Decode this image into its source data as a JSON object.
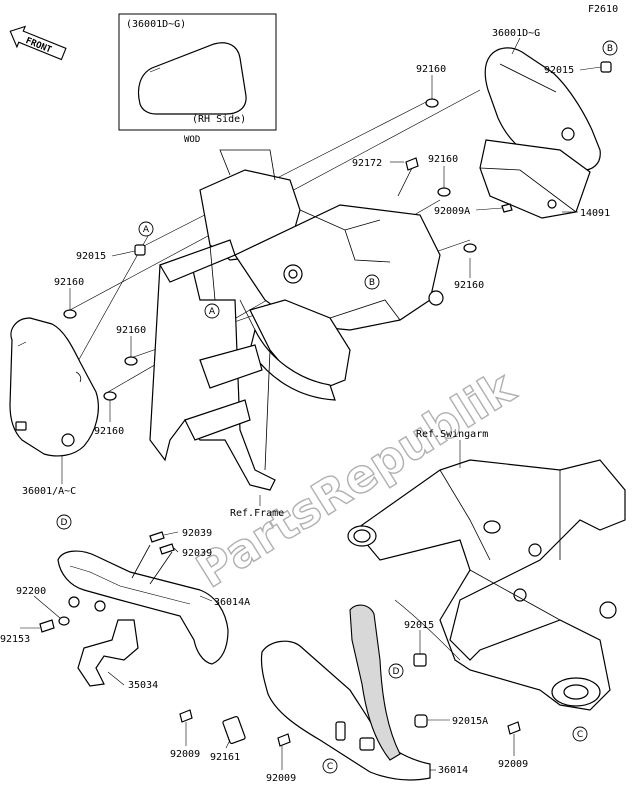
{
  "diagram_code": "F2610",
  "front_label": "FRONT",
  "inset": {
    "part_ref": "(36001D~G)",
    "side_note": "(RH Side)",
    "market_code": "WOD"
  },
  "watermark": "PartsRepublik",
  "references": {
    "frame": "Ref.Frame",
    "swingarm": "Ref.Swingarm"
  },
  "callouts": {
    "a": "A",
    "b": "B",
    "c": "C",
    "d": "D"
  },
  "part_labels": {
    "p36001dg": "36001D~G",
    "p92015_top": "92015",
    "p92160_top": "92160",
    "p92172": "92172",
    "p92160_mid": "92160",
    "p92009a": "92009A",
    "p14091": "14091",
    "p92015_left": "92015",
    "p92160_left": "92160",
    "p92160_right": "92160",
    "p92160_lower": "92160",
    "p92160_bottom": "92160",
    "p36001ac": "36001/A~C",
    "p92039_a": "92039",
    "p92039_b": "92039",
    "p92200": "92200",
    "p36014a": "36014A",
    "p92153": "92153",
    "p35034": "35034",
    "p92015_low": "92015",
    "p92015a": "92015A",
    "p92009_a": "92009",
    "p92161": "92161",
    "p92009_b": "92009",
    "p92009_c": "92009",
    "p36014": "36014"
  },
  "colors": {
    "line": "#000000",
    "watermark": "#b0b0b0",
    "background": "#ffffff"
  }
}
